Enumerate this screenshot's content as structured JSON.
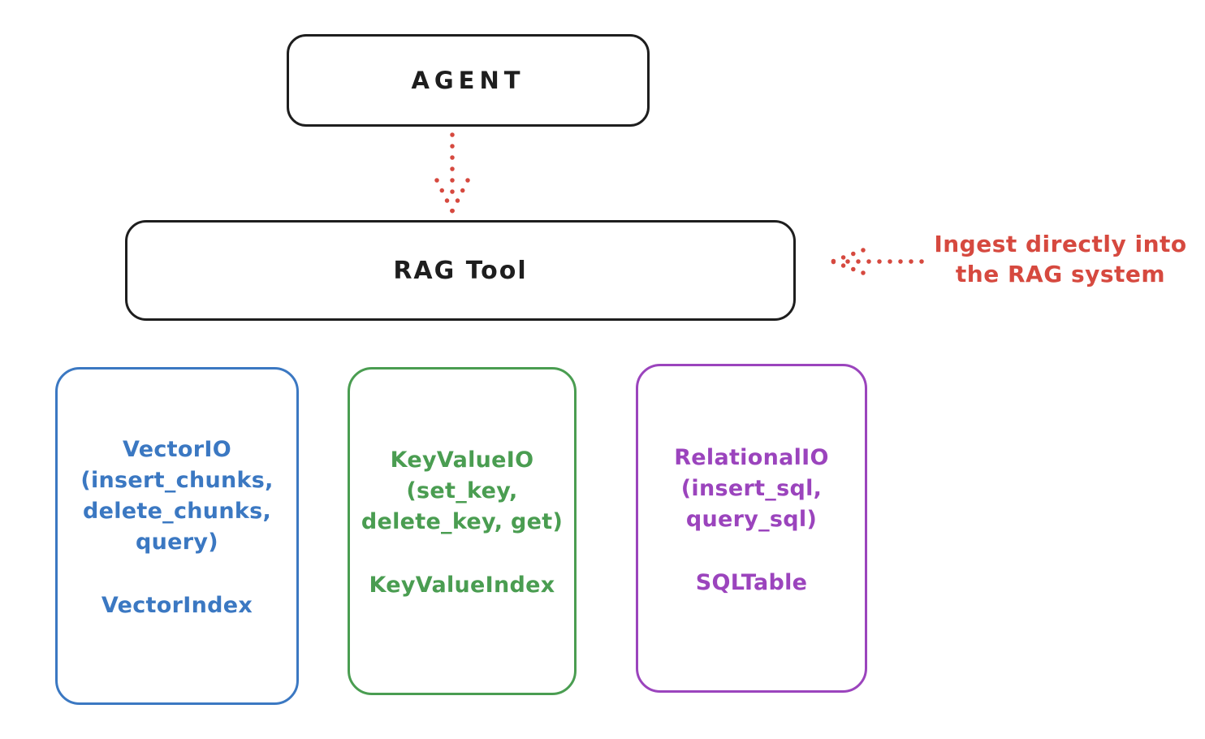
{
  "diagram": {
    "agent_box": {
      "label": "AGENT"
    },
    "rag_tool_box": {
      "label": "RAG Tool"
    },
    "annotation": {
      "text_line1": "Ingest directly into",
      "text_line2": "the RAG system"
    },
    "io_boxes": [
      {
        "name": "vector-io",
        "lines": [
          "VectorIO",
          "(insert_chunks,",
          "delete_chunks,",
          "query)"
        ],
        "index_label": "VectorIndex",
        "color": "#3b78c2"
      },
      {
        "name": "keyvalue-io",
        "lines": [
          "KeyValueIO",
          "(set_key,",
          "delete_key, get)"
        ],
        "index_label": "KeyValueIndex",
        "color": "#4a9d51"
      },
      {
        "name": "relational-io",
        "lines": [
          "RelationalIO",
          "(insert_sql,",
          "query_sql)"
        ],
        "index_label": "SQLTable",
        "color": "#9b44bd"
      }
    ],
    "colors": {
      "outline_black": "#1e1e1e",
      "arrow_red": "#d6493f",
      "vector_blue": "#3b78c2",
      "keyvalue_green": "#4a9d51",
      "relational_purple": "#9b44bd"
    }
  }
}
